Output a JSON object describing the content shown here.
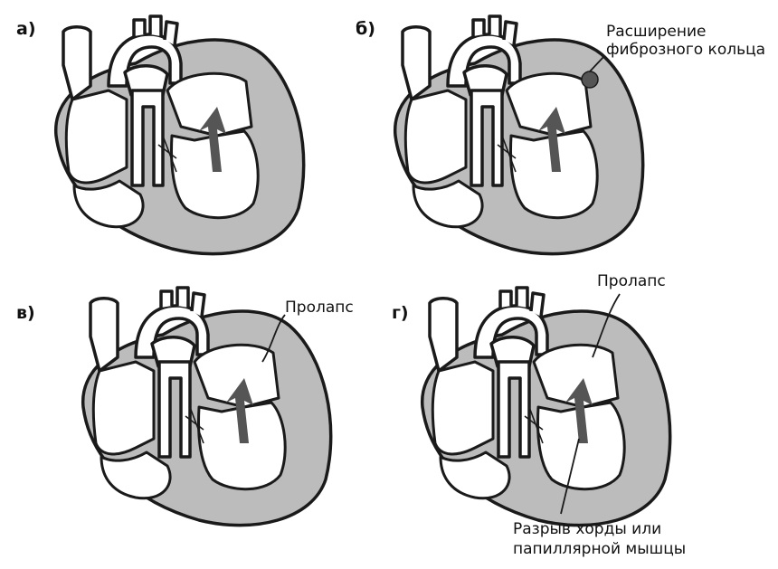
{
  "panels": [
    {
      "id": "a",
      "label": "а)"
    },
    {
      "id": "b",
      "label": "б)"
    },
    {
      "id": "v",
      "label": "в)"
    },
    {
      "id": "g",
      "label": "г)"
    }
  ],
  "annotations": {
    "annulus_dilation_line1": "Расширение",
    "annulus_dilation_line2": "фиброзного кольца",
    "prolapse_v": "Пролапс",
    "prolapse_g": "Пролапс",
    "rupture_line1": "Разрыв хорды или",
    "rupture_line2": "папиллярной мышцы"
  },
  "colors": {
    "wall": "#bcbcbc",
    "outline": "#1a1a1a",
    "flow_arrow": "#555555",
    "dilation_marker": "#555555"
  },
  "icons": [
    "heart-diagram",
    "flow-arrow",
    "leader-line",
    "dilation-dot"
  ]
}
